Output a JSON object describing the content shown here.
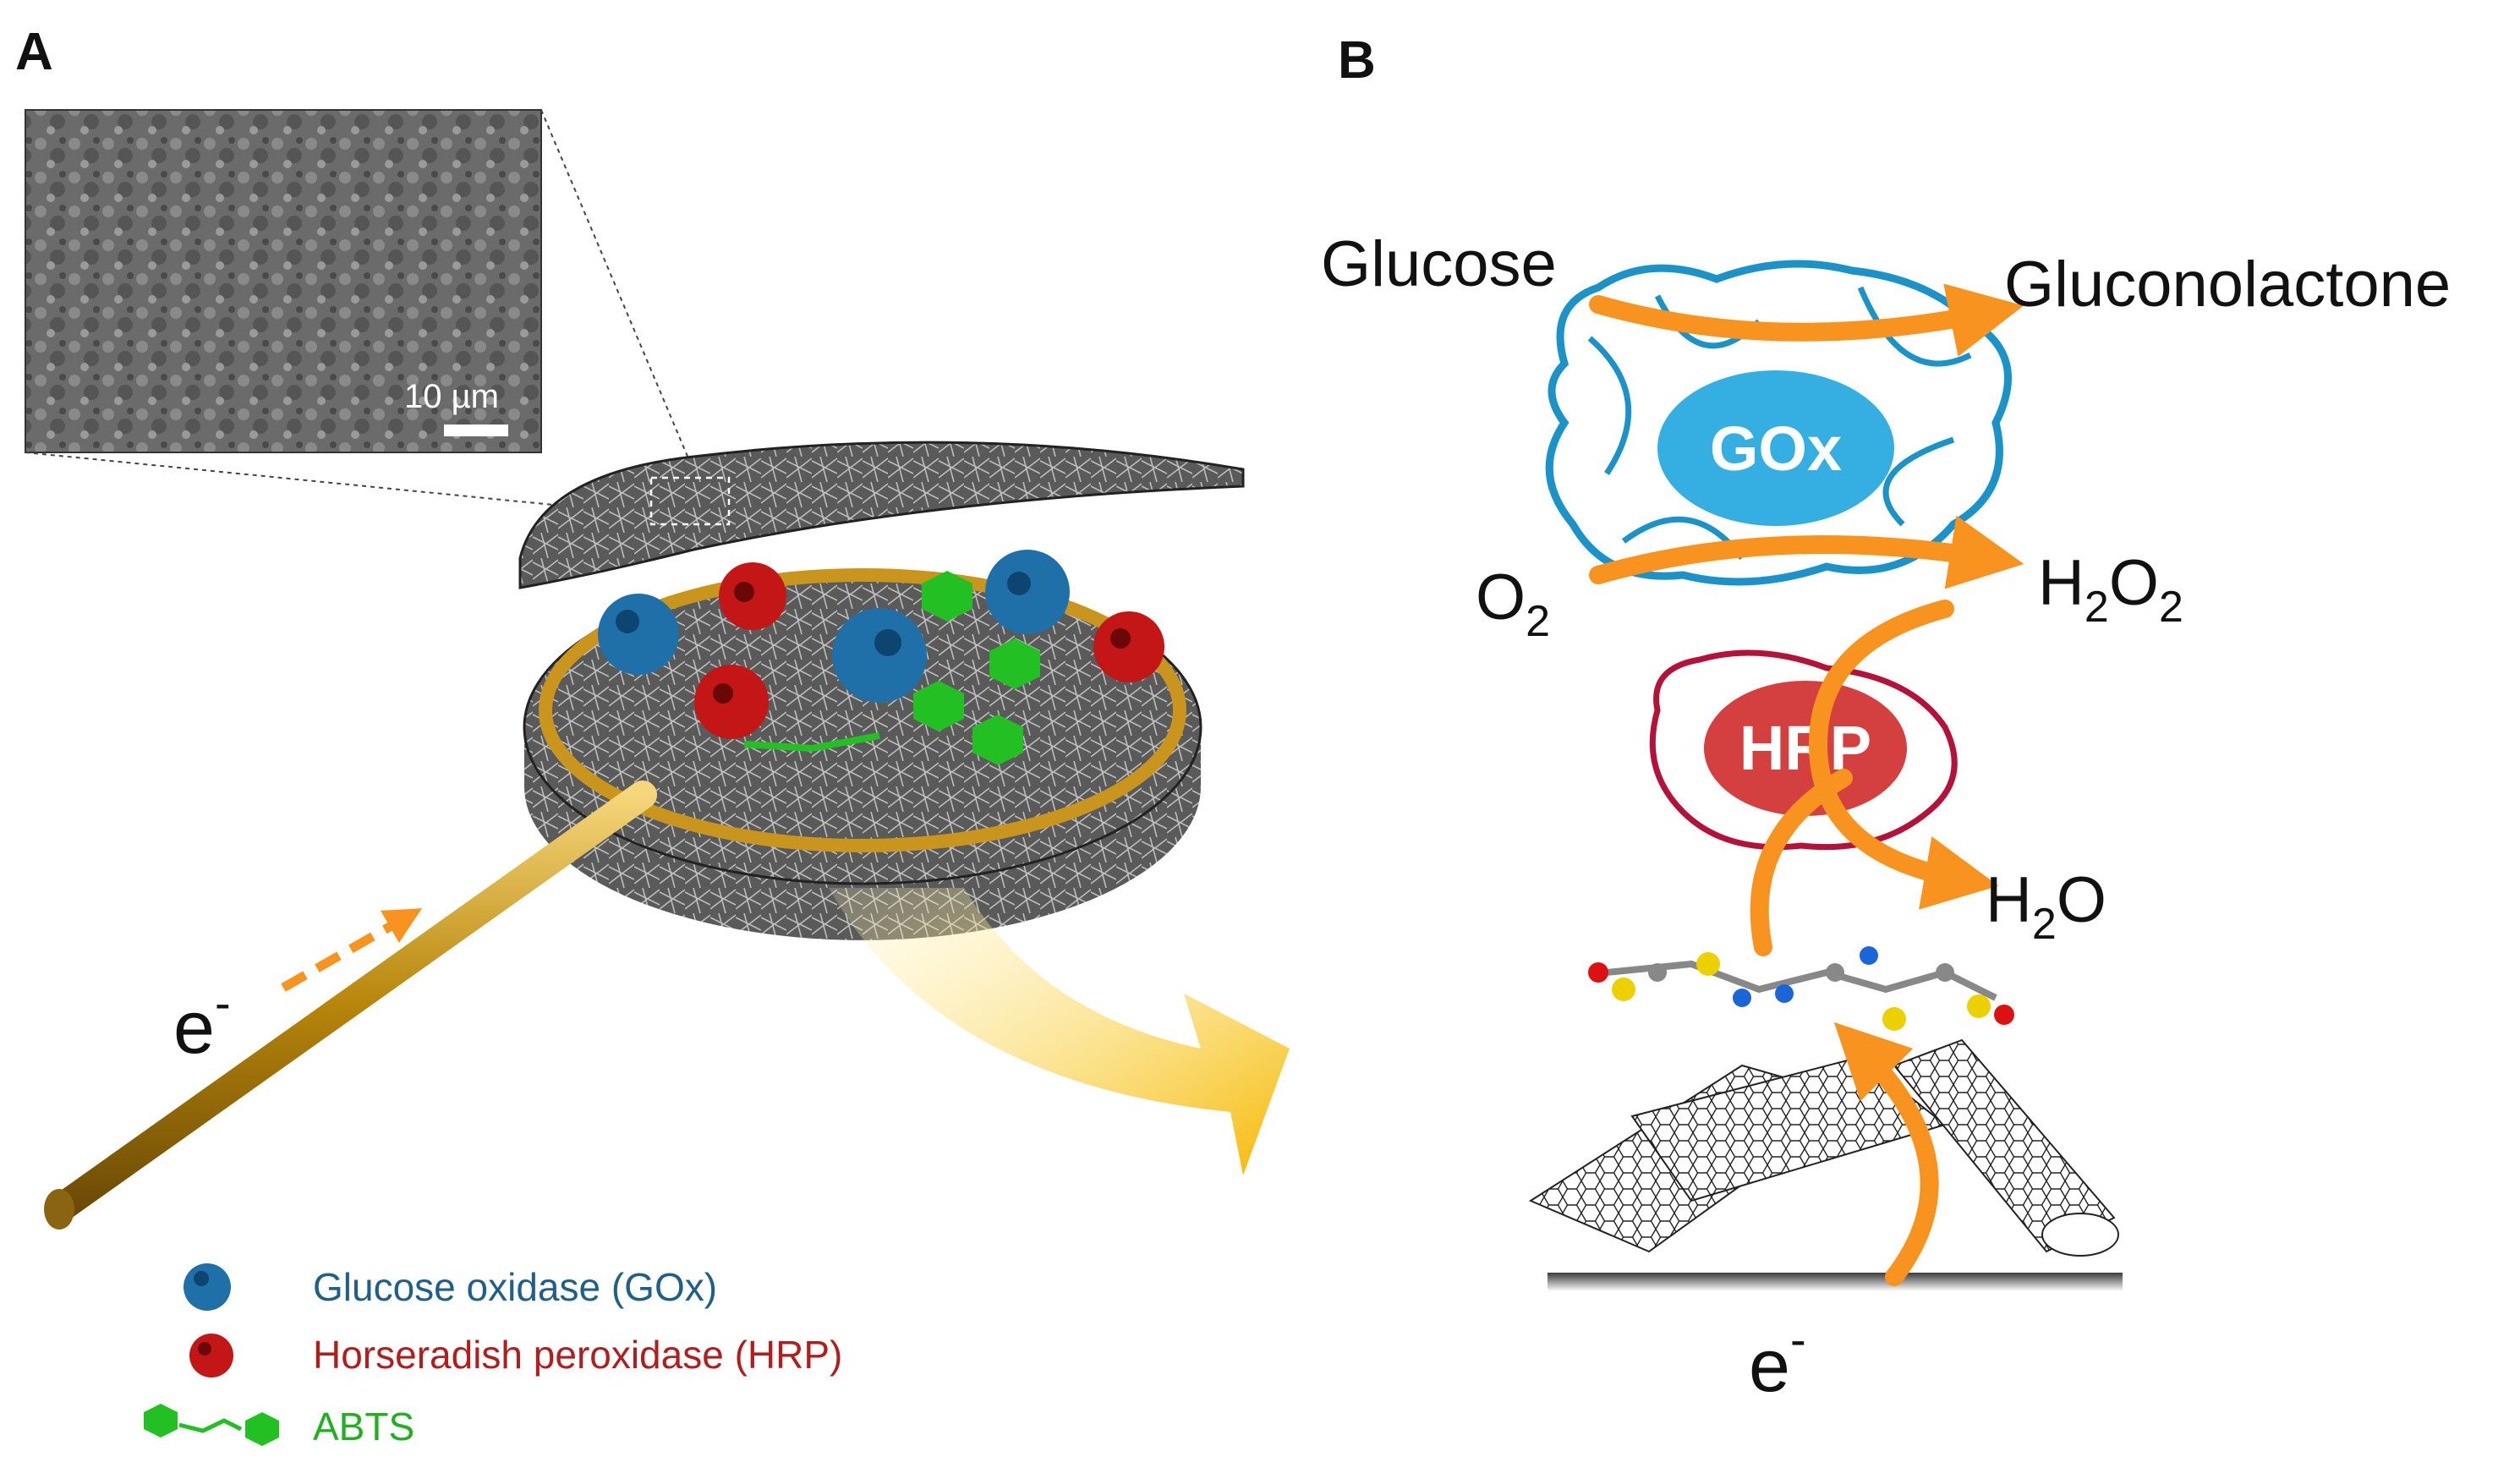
{
  "panels": {
    "a": "A",
    "b": "B"
  },
  "panel_a": {
    "scale_bar": "10 µm",
    "electron_label": {
      "base": "e",
      "sup": "-"
    },
    "legend": [
      {
        "icon": "glucose-oxidase-icon",
        "text": "Glucose oxidase (GOx)",
        "color": "#1f5f8a"
      },
      {
        "icon": "horseradish-peroxidase-icon",
        "text": "Horseradish peroxidase (HRP)",
        "color": "#b01e1e"
      },
      {
        "icon": "abts-molecule-icon",
        "text": "ABTS",
        "color": "#22b022"
      }
    ]
  },
  "panel_b": {
    "glucose": "Glucose",
    "gluconolactone": "Gluconolactone",
    "o2": {
      "base": "O",
      "sub": "2"
    },
    "h2o2": {
      "h": "H",
      "h_sub": "2",
      "o": "O",
      "o_sub": "2"
    },
    "h2o": {
      "h": "H",
      "h_sub": "2",
      "o": "O"
    },
    "gox": "GOx",
    "hrp": "HRP",
    "electron_label": {
      "base": "e",
      "sup": "-"
    }
  },
  "colors": {
    "gox": "#1b93c9",
    "hrp": "#c62232",
    "abts": "#22c022",
    "arrow_orange": "#f7931e",
    "gold": "#c9951c"
  }
}
